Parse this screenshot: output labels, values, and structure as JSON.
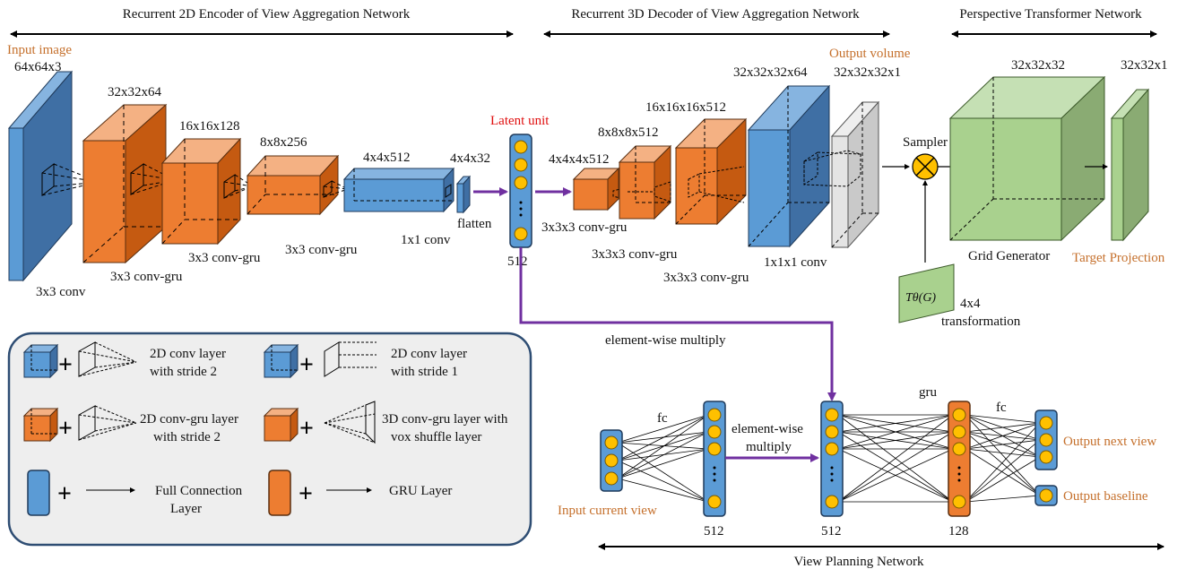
{
  "sections": {
    "encoder_title": "Recurrent 2D Encoder of View Aggregation Network",
    "decoder_title": "Recurrent 3D Decoder of View Aggregation Network",
    "ptn_title": "Perspective Transformer Network",
    "planning_title": "View Planning Network"
  },
  "encoder": {
    "input_label": "Input image",
    "input_dim": "64x64x3",
    "input_op": "3x3 conv",
    "layers": [
      {
        "dim": "32x32x64",
        "op": "3x3 conv-gru"
      },
      {
        "dim": "16x16x128",
        "op": "3x3 conv-gru"
      },
      {
        "dim": "8x8x256",
        "op": "3x3 conv-gru"
      },
      {
        "dim": "4x4x512",
        "op": "1x1 conv"
      },
      {
        "dim": "4x4x32",
        "op": "flatten"
      }
    ]
  },
  "latent": {
    "label": "Latent unit",
    "size": "512"
  },
  "decoder": {
    "layers": [
      {
        "dim": "4x4x4x512",
        "op": "3x3x3 conv-gru"
      },
      {
        "dim": "8x8x8x512",
        "op": "3x3x3 conv-gru"
      },
      {
        "dim": "16x16x16x512",
        "op": "3x3x3 conv-gru"
      },
      {
        "dim": "32x32x32x64",
        "op": "1x1x1 conv"
      }
    ],
    "output_label": "Output volume",
    "output_dim": "32x32x32x1"
  },
  "ptn": {
    "sampler": "Sampler",
    "grid_dim": "32x32x32",
    "grid_label": "Grid Generator",
    "proj_dim": "32x32x1",
    "proj_label": "Target Projection",
    "theta_label": "Tθ(G)",
    "transform_line1": "4x4",
    "transform_line2": "transformation"
  },
  "legend": {
    "items": [
      {
        "line1": "2D conv layer",
        "line2": "with stride 2"
      },
      {
        "line1": "2D conv layer",
        "line2": "with stride 1"
      },
      {
        "line1": "2D conv-gru layer",
        "line2": "with stride 2"
      },
      {
        "line1": "3D conv-gru layer with",
        "line2": "vox shuffle layer"
      },
      {
        "line1": "Full Connection",
        "line2": "Layer"
      },
      {
        "line1": "GRU Layer",
        "line2": ""
      }
    ]
  },
  "planning": {
    "ew_multiply_top": "element-wise multiply",
    "ew_multiply_line1": "element-wise",
    "ew_multiply_line2": "multiply",
    "fc1": "fc",
    "gru": "gru",
    "fc2": "fc",
    "input_label": "Input current view",
    "size1": "512",
    "size2": "512",
    "size3": "128",
    "out_next": "Output next view",
    "out_base": "Output baseline"
  },
  "colors": {
    "blue": "#5b9bd5",
    "orange": "#ed7d31",
    "green": "#a9d18e",
    "purple": "#7030a0",
    "node": "#ffc000",
    "legend_bg": "#eeeeee",
    "legend_border": "#2e4d73",
    "label_orange": "#c5702c",
    "label_red": "#e01010"
  }
}
